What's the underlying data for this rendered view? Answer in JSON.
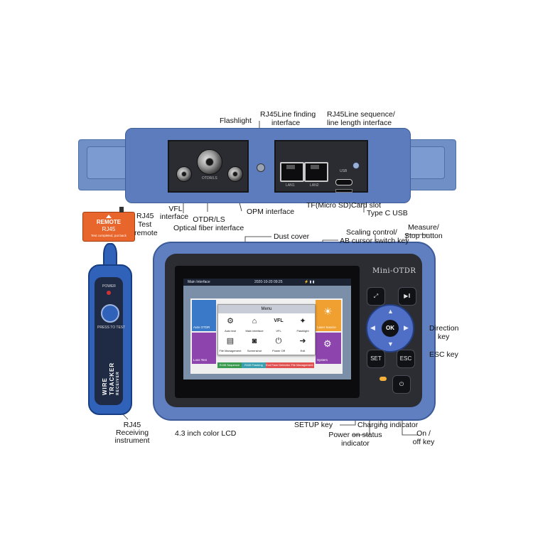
{
  "callouts": {
    "flashlight": "Flashlight",
    "rj45_finding": [
      "RJ45Line finding",
      "interface"
    ],
    "rj45_sequence": [
      "RJ45Line sequence/",
      "line length interface"
    ],
    "vfl": [
      "VFL",
      "interface"
    ],
    "otdr": [
      "OTDR/LS",
      "Optical fiber interface"
    ],
    "opm": "OPM interface",
    "tf_slot": "TF(Micro SD)Card slot",
    "type_c": "Type C USB",
    "rj45_remote": [
      "RJ45",
      "Test",
      "remote"
    ],
    "dust_cover": "Dust cover",
    "scaling": [
      "Scaling control/",
      "AB cursor switch key"
    ],
    "measure": [
      "Measure/",
      "Stop button"
    ],
    "direction": [
      "Direction",
      "key"
    ],
    "esc": "ESC key",
    "rj45_receiving": [
      "RJ45",
      "Receiving",
      "instrument"
    ],
    "lcd": "4.3 inch color LCD",
    "setup": "SETUP key",
    "charging": "Charging indicator",
    "power_status": [
      "Power on status",
      "indicator"
    ],
    "onoff": [
      "On /",
      "off key"
    ]
  },
  "top_device": {
    "port_lan1": "LAN1",
    "port_lan2": "LAN2",
    "port_usb": "USB",
    "port_otdr": "OTDR/LS"
  },
  "remote_unit": {
    "header": "REMOTE",
    "model": "RJ45",
    "footer": "Test completed, put back"
  },
  "tracker": {
    "power": "POWER",
    "press": "PRESS TO TEST",
    "brand_line1": "WIRE",
    "brand_line2": "TRACKER",
    "brand_line3": "RECEIVER"
  },
  "main_device": {
    "brand": "Mini-OTDR",
    "keys": {
      "set": "SET",
      "esc": "ESC",
      "ok": "OK"
    }
  },
  "screen": {
    "title": "Main Interface",
    "datetime": "2020-10-20 09:25",
    "menu_title": "Menu",
    "tiles": {
      "auto_otdr": "Auto OTDR",
      "laser_source": "Laser Source",
      "loss_test": "Loss Test",
      "system": "System"
    },
    "menu_items": [
      {
        "icon": "gear-icon",
        "label": "Auto test"
      },
      {
        "icon": "home-icon",
        "label": "Main interface"
      },
      {
        "icon": "vfl-icon",
        "label": "VFL"
      },
      {
        "icon": "flashlight-icon",
        "label": "Flashlight"
      },
      {
        "icon": "folder-icon",
        "label": "File Management"
      },
      {
        "icon": "camera-icon",
        "label": "Screenshot"
      },
      {
        "icon": "power-icon",
        "label": "Power Off"
      },
      {
        "icon": "exit-icon",
        "label": "Exit"
      }
    ],
    "bottom_tabs": [
      "RJ45 Sequence",
      "RJ45 Tracking",
      "End Face Detection",
      "File Management"
    ]
  },
  "colors": {
    "device_blue": "#5f7fc0",
    "remote_orange": "#e8652b",
    "tile_red": "#e05050",
    "tile_purple": "#8e44ad",
    "tile_orange": "#f0a030",
    "tile_blue": "#3a78c8",
    "led_amber": "#f4b13a"
  }
}
